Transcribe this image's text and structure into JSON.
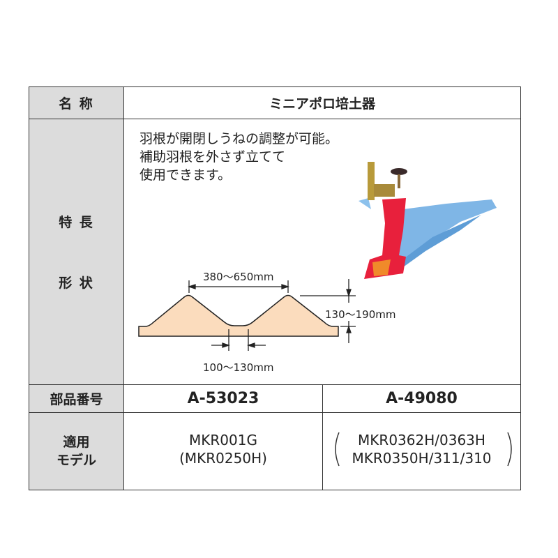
{
  "table": {
    "name_label": "名 称",
    "name_value": "ミニアポロ培土器",
    "features_label": "特 長",
    "shape_label": "形 状",
    "features_lines": [
      "羽根が開閉しうねの調整が可能。",
      "補助羽根を外さず立てて",
      "使用できます。"
    ],
    "part_label": "部品番号",
    "parts": [
      "A-53023",
      "A-49080"
    ],
    "models_label_lines": [
      "適用",
      "モデル"
    ],
    "models": [
      {
        "lines": [
          "MKR001G",
          "(MKR0250H)"
        ]
      },
      {
        "lines": [
          "MKR0362H/0363H",
          "MKR0350H/311/310"
        ]
      }
    ]
  },
  "diagram": {
    "ridge_pitch": "380～650mm",
    "ridge_height": "130～190mm",
    "furrow_width": "100～130mm"
  },
  "colors": {
    "header_bg": "#dcdcdc",
    "ridge_fill": "#fbdcbd",
    "plow_blue": "#7fb6e6",
    "plow_red": "#e8203c"
  }
}
